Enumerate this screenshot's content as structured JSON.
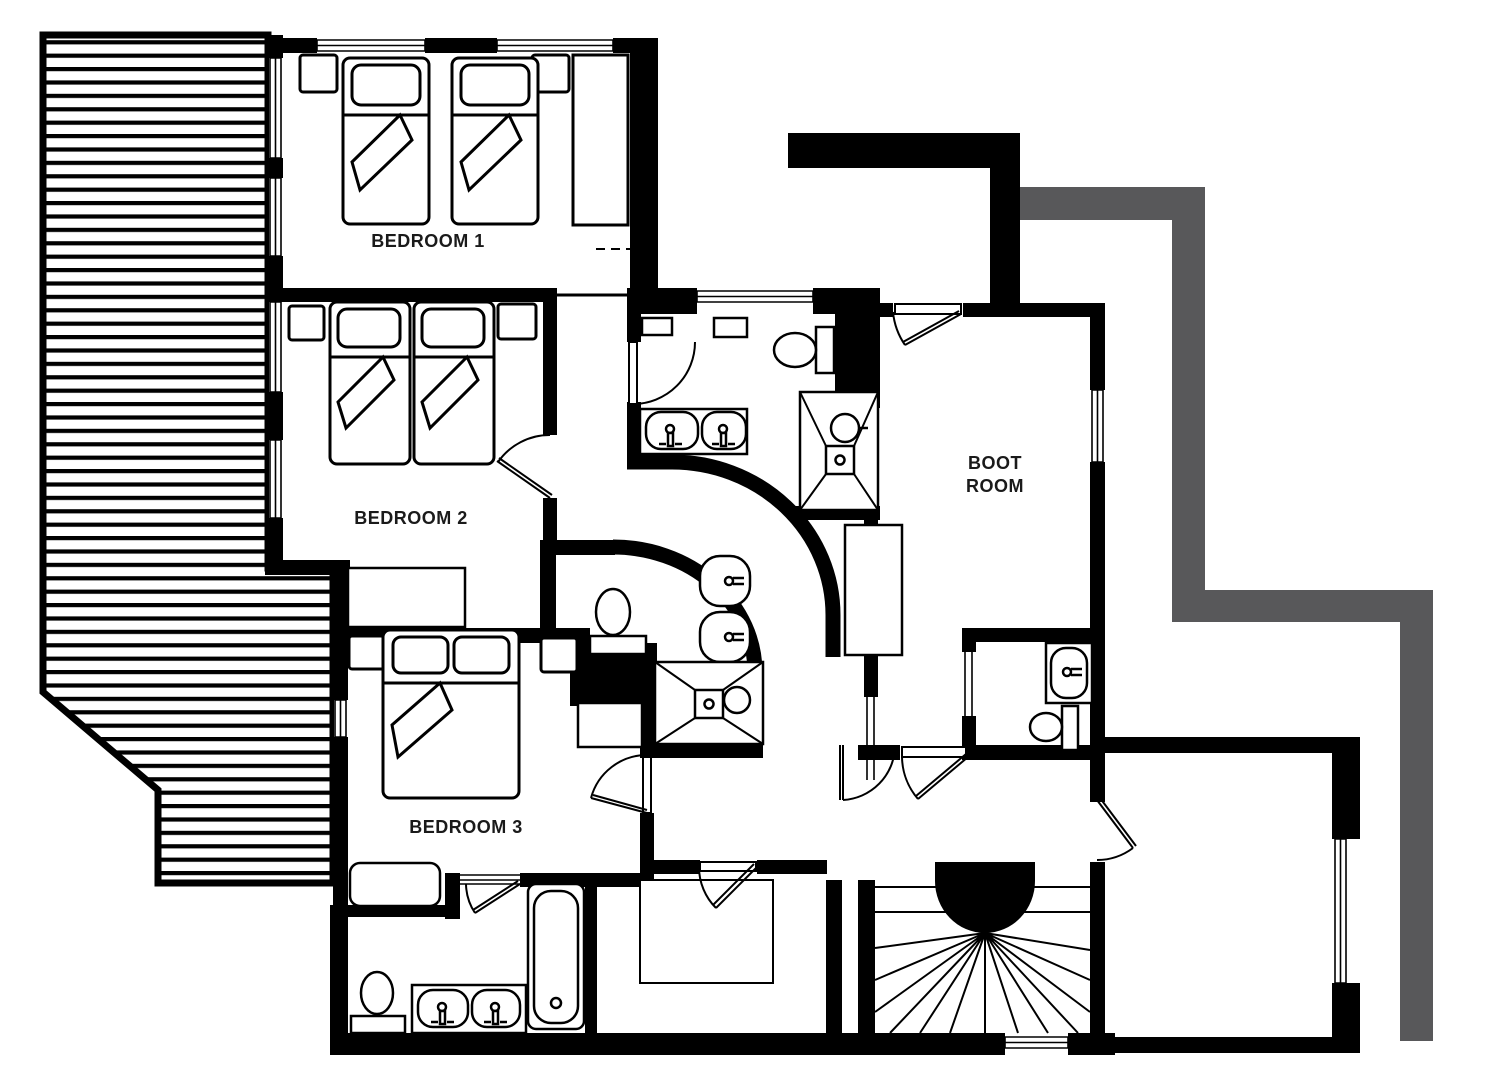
{
  "document": {
    "type": "floor-plan",
    "style": "black-and-white architectural drawing"
  },
  "colors": {
    "wall": "#000000",
    "route_path": "#58585A",
    "paper": "#FFFFFF",
    "label_text": "#1A1A1A"
  },
  "rooms": {
    "bedroom1": {
      "label": "BEDROOM 1"
    },
    "bedroom2": {
      "label": "BEDROOM 2"
    },
    "bedroom3": {
      "label": "BEDROOM 3"
    },
    "bootroom": {
      "label_line1": "BOOT",
      "label_line2": "ROOM"
    }
  },
  "fixtures": {
    "bedroom1": [
      "single-bed",
      "single-bed",
      "nightstand",
      "nightstand",
      "wardrobe"
    ],
    "bedroom2": [
      "single-bed",
      "single-bed",
      "nightstand",
      "nightstand",
      "desk"
    ],
    "bedroom3": [
      "double-bed",
      "nightstand",
      "nightstand",
      "window-seat"
    ],
    "family_bathroom": [
      "toilet",
      "double-sink-vanity",
      "shower",
      "wall-cabinet",
      "wall-cabinet"
    ],
    "ensuite_shower_room": [
      "toilet",
      "washbasin",
      "washbasin",
      "shower"
    ],
    "bottom_bathroom": [
      "toilet",
      "double-sink-vanity",
      "bathtub"
    ],
    "wc": [
      "washbasin",
      "toilet"
    ],
    "hallway": [
      "rug",
      "cupboard",
      "curved-walls"
    ],
    "stairs": [
      "winder-staircase"
    ],
    "outdoor": [
      "deck-terrace",
      "route-path"
    ]
  }
}
